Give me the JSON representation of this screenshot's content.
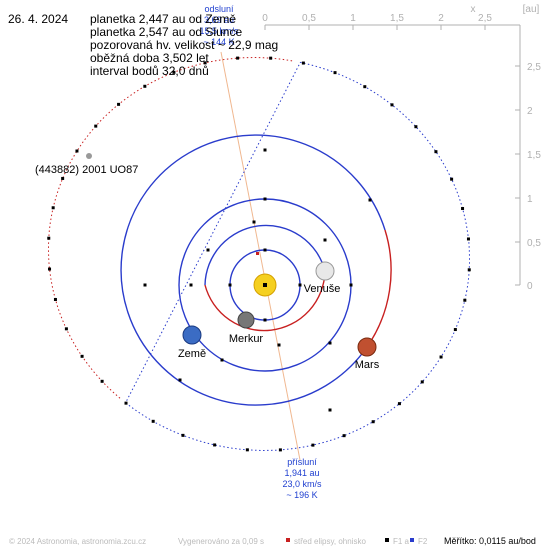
{
  "date": "26. 4. 2024",
  "info_lines": [
    "planetka 2,447 au od Země",
    "planetka 2,547 au od Slunce",
    "pozorovaná hv. velikost ~ 22,9 mag",
    "oběžná doba 3,502 let",
    "interval bodů 32,0 dnů"
  ],
  "asteroid_name": "(443882) 2001 UO87",
  "aphelion": [
    "odsluní",
    "3,69 au",
    "15,5 km/s",
    "~ 144 K"
  ],
  "perihelion": [
    "přísluní",
    "1,941 au",
    "23,0 km/s",
    "~ 196 K"
  ],
  "planets": [
    {
      "name": "Venuše",
      "color": "#e8e8e8"
    },
    {
      "name": "Merkur",
      "color": "#777777"
    },
    {
      "name": "Země",
      "color": "#3b6cc4"
    },
    {
      "name": "Mars",
      "color": "#c05030"
    }
  ],
  "axis": {
    "x_label": "x",
    "unit": "[au]",
    "x_ticks": [
      "0",
      "0,5",
      "1",
      "1,5",
      "2",
      "2,5"
    ],
    "y_ticks": [
      "2,5",
      "2",
      "1,5",
      "1",
      "0,5",
      "0"
    ]
  },
  "footer": {
    "copyright": "© 2024 Astronomia, astronomia.zcu.cz",
    "generated": "Vygenerováno za 0,09 s",
    "legend_center": "střed elipsy, ohnisko",
    "legend_f1": "F1 a",
    "legend_f2": "F2",
    "scale": "Měřítko: 0,0115 au/bod"
  },
  "colors": {
    "orbit_asteroid": "#c82020",
    "orbit_far": "#2a3ccc",
    "sun": "#f5d020",
    "apsis_line": "#f0b890",
    "label_blue": "#2040d0",
    "axis_gray": "#b0b0b0"
  }
}
